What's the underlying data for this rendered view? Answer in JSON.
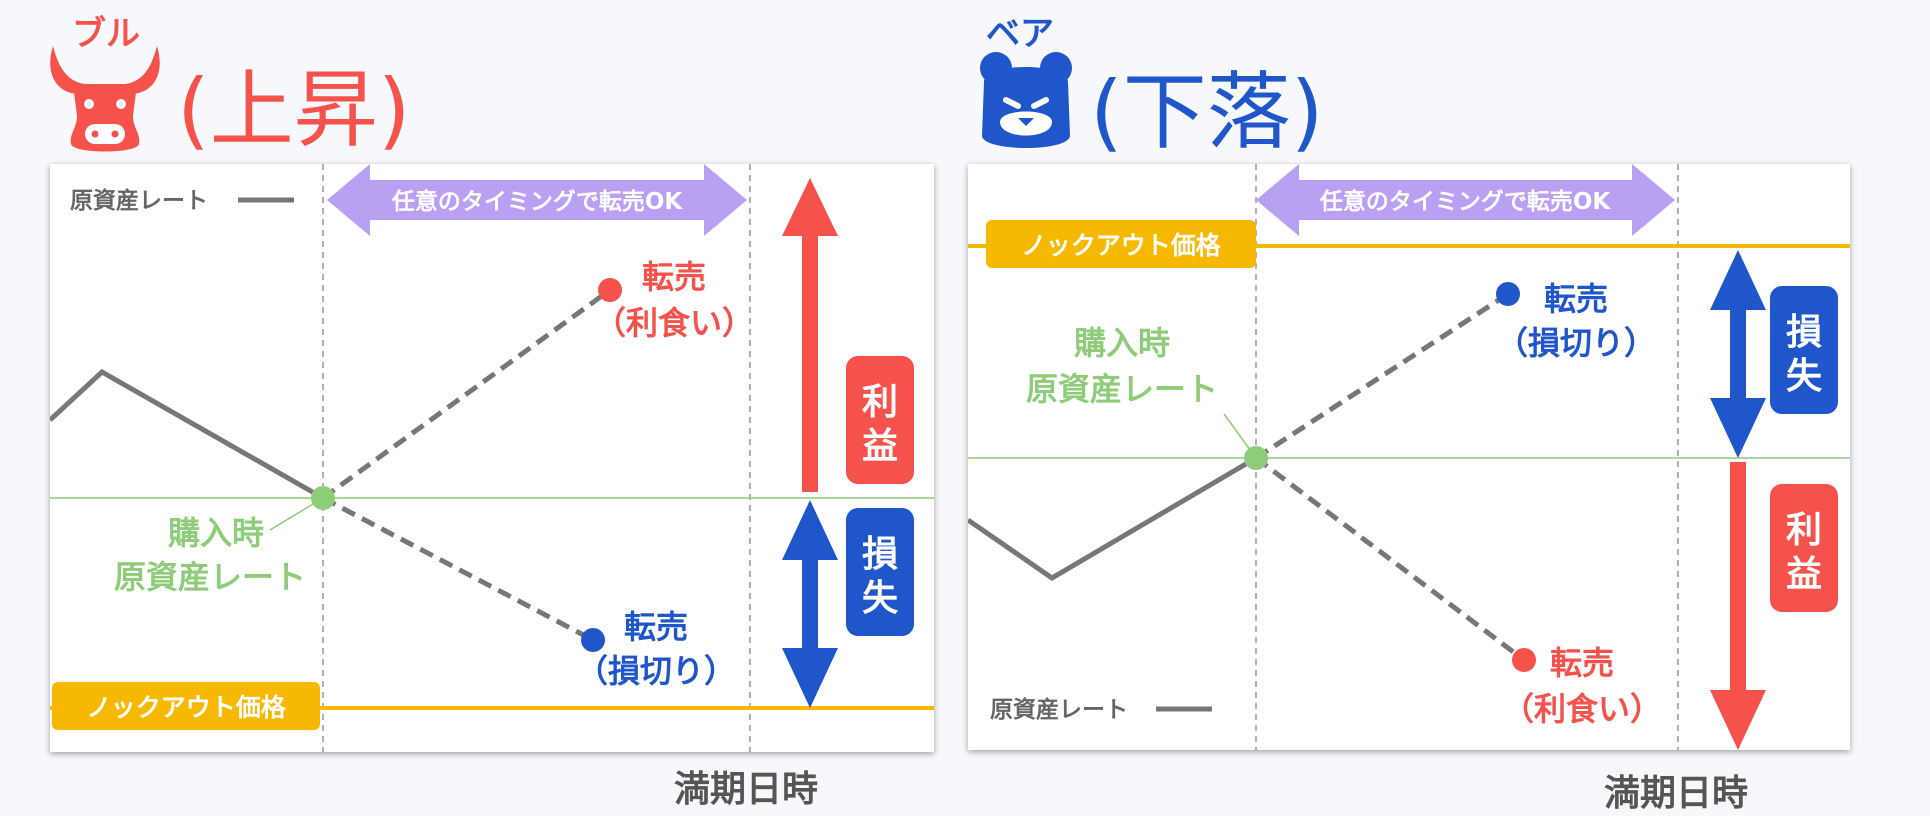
{
  "bull": {
    "ruby": "ブル",
    "title": "(上昇)",
    "icon": "bull-head-icon",
    "color": "#f4524b",
    "legend": "原資産レート",
    "timing": "任意のタイミングで転売OK",
    "sell_profit": "転売",
    "sell_profit_sub": "（利食い）",
    "sell_loss": "転売",
    "sell_loss_sub": "（損切り）",
    "purchase_1": "購入時",
    "purchase_2": "原資産レート",
    "knockout": "ノックアウト価格",
    "profit": [
      "利",
      "益"
    ],
    "loss": [
      "損",
      "失"
    ],
    "expiry": "満期日時"
  },
  "bear": {
    "ruby": "ベア",
    "title": "(下落)",
    "icon": "bear-head-icon",
    "color": "#1f56c9",
    "legend": "原資産レート",
    "timing": "任意のタイミングで転売OK",
    "sell_loss": "転売",
    "sell_loss_sub": "（損切り）",
    "sell_profit": "転売",
    "sell_profit_sub": "（利食い）",
    "purchase_1": "購入時",
    "purchase_2": "原資産レート",
    "knockout": "ノックアウト価格",
    "profit": [
      "利",
      "益"
    ],
    "loss": [
      "損",
      "失"
    ],
    "expiry": "満期日時"
  },
  "colors": {
    "red": "#f4524b",
    "blue": "#1f56c9",
    "purple": "#b8a1f2",
    "green": "#8fcc7a",
    "gold": "#f6b800",
    "gray": "#777777"
  }
}
